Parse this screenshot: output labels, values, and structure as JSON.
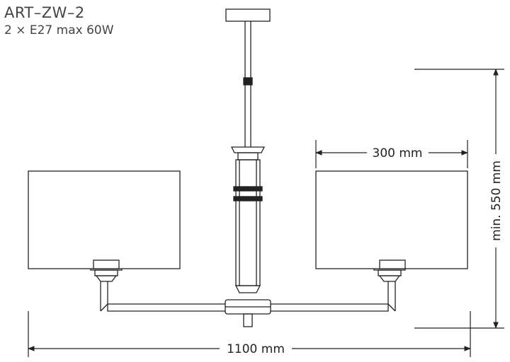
{
  "header": {
    "model": "ART–ZW–2",
    "spec": "2 × E27 max 60W"
  },
  "dimensions": {
    "shade_width": "300 mm",
    "total_width": "1100 mm",
    "min_height": "min. 550 mm"
  },
  "colors": {
    "line": "#222222",
    "text": "#333333"
  }
}
